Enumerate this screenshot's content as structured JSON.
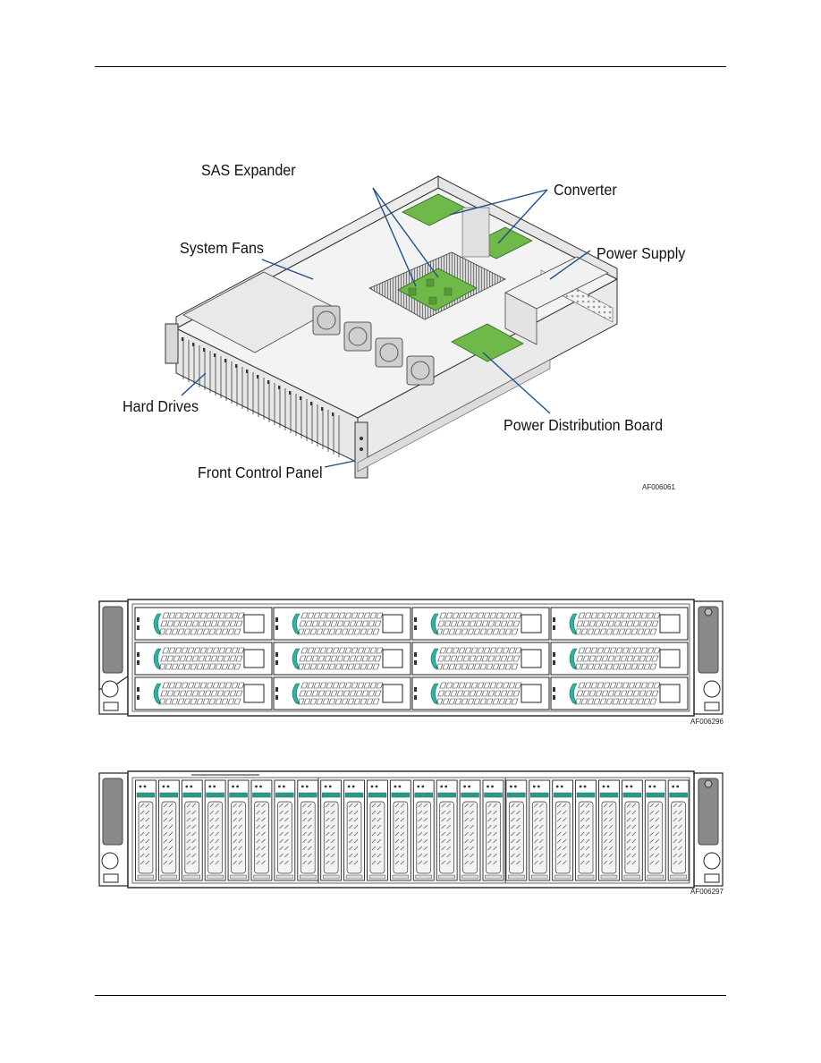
{
  "figure1": {
    "callouts": {
      "sas_expander": "SAS Expander",
      "converter": "Converter",
      "system_fans": "System Fans",
      "power_supply": "Power Supply",
      "hard_drives": "Hard Drives",
      "power_distribution_board": "Power Distribution Board",
      "front_control_panel": "Front Control Panel"
    },
    "figure_id": "AF006061",
    "colors": {
      "board_green": "#6fb84a",
      "leader_blue": "#1f4f8c"
    }
  },
  "figure2": {
    "figure_id": "AF006296",
    "drive_rows": 3,
    "drive_columns": 4,
    "latch_color": "#2bb3a3"
  },
  "figure3": {
    "figure_id": "AF006297",
    "drive_count": 24,
    "latch_color": "#2e9a86"
  }
}
